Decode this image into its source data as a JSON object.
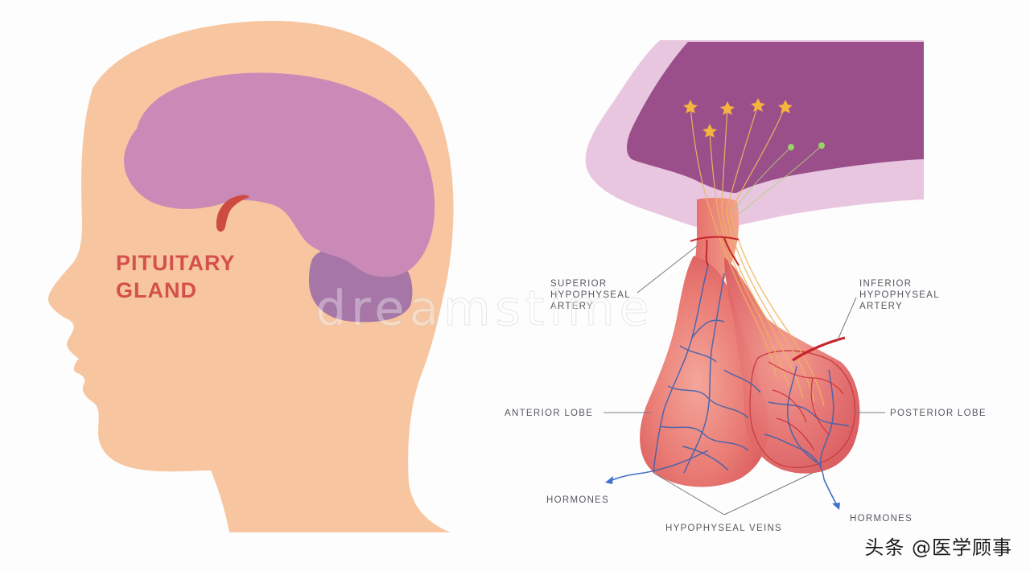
{
  "head_panel": {
    "title_line1": "PITUITARY",
    "title_line2": "GLAND"
  },
  "gland_panel": {
    "labels": {
      "superior": [
        "SUPERIOR",
        "HYPOPHYSEAL",
        "ARTERY"
      ],
      "inferior": [
        "INFERIOR",
        "HYPOPHYSEAL",
        "ARTERY"
      ],
      "anterior_lobe": "ANTERIOR LOBE",
      "posterior_lobe": "POSTERIOR LOBE",
      "hormones_left": "HORMONES",
      "hormones_right": "HORMONES",
      "veins": "HYPOPHYSEAL VEINS"
    }
  },
  "watermark": "dreamstime",
  "credit": "头条 @医学顾事",
  "colors": {
    "skin": "#f7c6a0",
    "brain": "#c98ab8",
    "cerebellum": "#a676a6",
    "label_red": "#d4504a",
    "hypothalamus": "#9a4e8a",
    "gland": "#e86a68",
    "vein": "#3f61b0",
    "artery": "#c8232c"
  }
}
